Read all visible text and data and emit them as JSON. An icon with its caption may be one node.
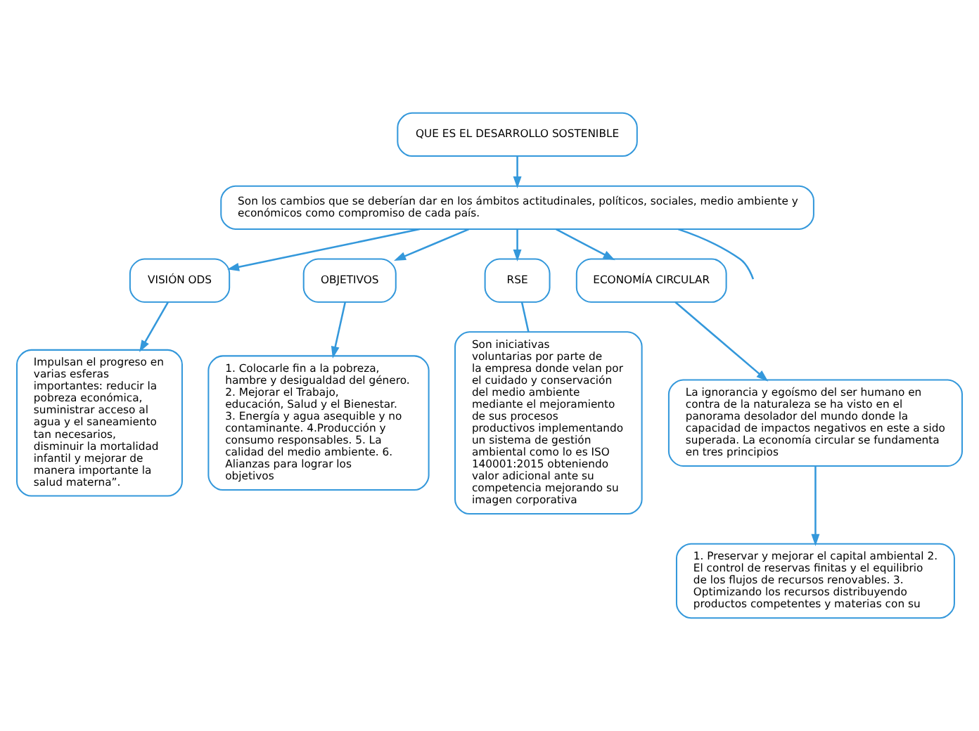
{
  "diagram": {
    "nodes": [
      {
        "text": [
          "QUE ES EL DESARROLLO SOSTENIBLE"
        ]
      },
      {
        "text": [
          "Son los cambios que se deberían dar en los ámbitos actitudinales, políticos, sociales, medio ambiente y económicos como compromiso de cada país."
        ]
      },
      {
        "text": [
          "VISIÓN ODS"
        ]
      },
      {
        "text": [
          "OBJETIVOS"
        ]
      },
      {
        "text": [
          "RSE"
        ]
      },
      {
        "text": [
          "ECONOMÍA CIRCULAR"
        ]
      },
      {
        "text": [
          "Impulsan el progreso en varias esferas importantes: reducir la pobreza económica, suministrar acceso al agua y el saneamiento tan necesarios, disminuir la mortalidad infantil y mejorar de manera importante la salud materna”."
        ]
      },
      {
        "text": [
          "1. Colocarle fin a la pobreza, hambre y desigualdad del género. 2. Mejorar el Trabajo, educación, Salud y el Bienestar. 3. Energía y agua asequible y no contaminante. 4.Producción y consumo responsables. 5. La calidad del medio ambiente. 6. Alianzas para lograr los objetivos"
        ]
      },
      {
        "text": [
          "Son iniciativas voluntarias por parte de la empresa donde velan por el cuidado y conservación del medio ambiente mediante el mejoramiento de sus procesos productivos implementando un sistema de gestión ambiental como lo es ISO 140001:2015 obteniendo valor adicional ante su competencia mejorando su imagen corporativa"
        ]
      },
      {
        "text": [
          "La ignorancia y egoísmo del ser humano en contra de la naturaleza se ha visto en el panorama desolador del mundo donde la capacidad de impactos negativos en este a sido superada. La economía circular se fundamenta en tres principios"
        ]
      },
      {
        "text": [
          "1. Preservar y mejorar el capital ambiental 2. El control de reservas finitas y el equilibrio de los flujos de recursos renovables. 3. Optimizando los recursos distribuyendo productos competentes y materias con su"
        ]
      }
    ],
    "edges": [
      {
        "from": 0,
        "to": 1,
        "arrow": "to"
      },
      {
        "from": 1,
        "to": 2,
        "arrow": "to"
      },
      {
        "from": 1,
        "to": 3,
        "arrow": "to"
      },
      {
        "from": 1,
        "to": 4,
        "arrow": "to"
      },
      {
        "from": 1,
        "to": 5,
        "arrow": "to"
      },
      {
        "from": 1,
        "to": null,
        "arrow": "none"
      },
      {
        "from": 2,
        "to": 6,
        "arrow": "to"
      },
      {
        "from": 3,
        "to": 7,
        "arrow": "to"
      },
      {
        "from": 4,
        "to": 8,
        "arrow": "none"
      },
      {
        "from": 5,
        "to": 9,
        "arrow": "to"
      },
      {
        "from": 9,
        "to": 10,
        "arrow": "to"
      }
    ]
  }
}
